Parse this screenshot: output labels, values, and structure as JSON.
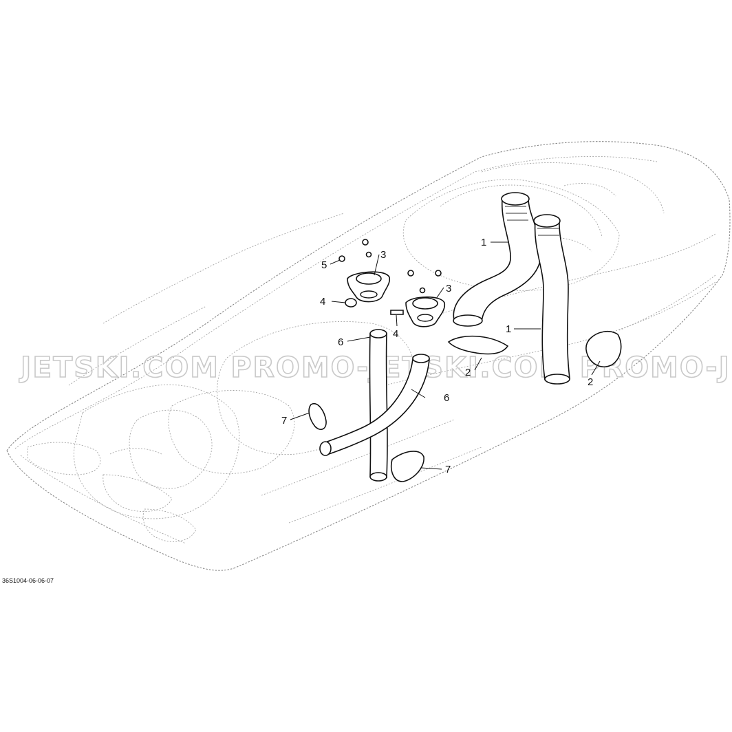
{
  "diagram": {
    "reference_code": "36S1004-06-06-07",
    "watermark": "JETSKI.COM   PROMO-JETSKI.COM   PROMO-JETSKI.COM",
    "callouts": [
      {
        "id": "c1a",
        "label": "1"
      },
      {
        "id": "c1b",
        "label": "1"
      },
      {
        "id": "c2a",
        "label": "2"
      },
      {
        "id": "c2b",
        "label": "2"
      },
      {
        "id": "c3a",
        "label": "3"
      },
      {
        "id": "c3b",
        "label": "3"
      },
      {
        "id": "c4a",
        "label": "4"
      },
      {
        "id": "c4b",
        "label": "4"
      },
      {
        "id": "c5",
        "label": "5"
      },
      {
        "id": "c6a",
        "label": "6"
      },
      {
        "id": "c6b",
        "label": "6"
      },
      {
        "id": "c7a",
        "label": "7"
      },
      {
        "id": "c7b",
        "label": "7"
      }
    ]
  }
}
